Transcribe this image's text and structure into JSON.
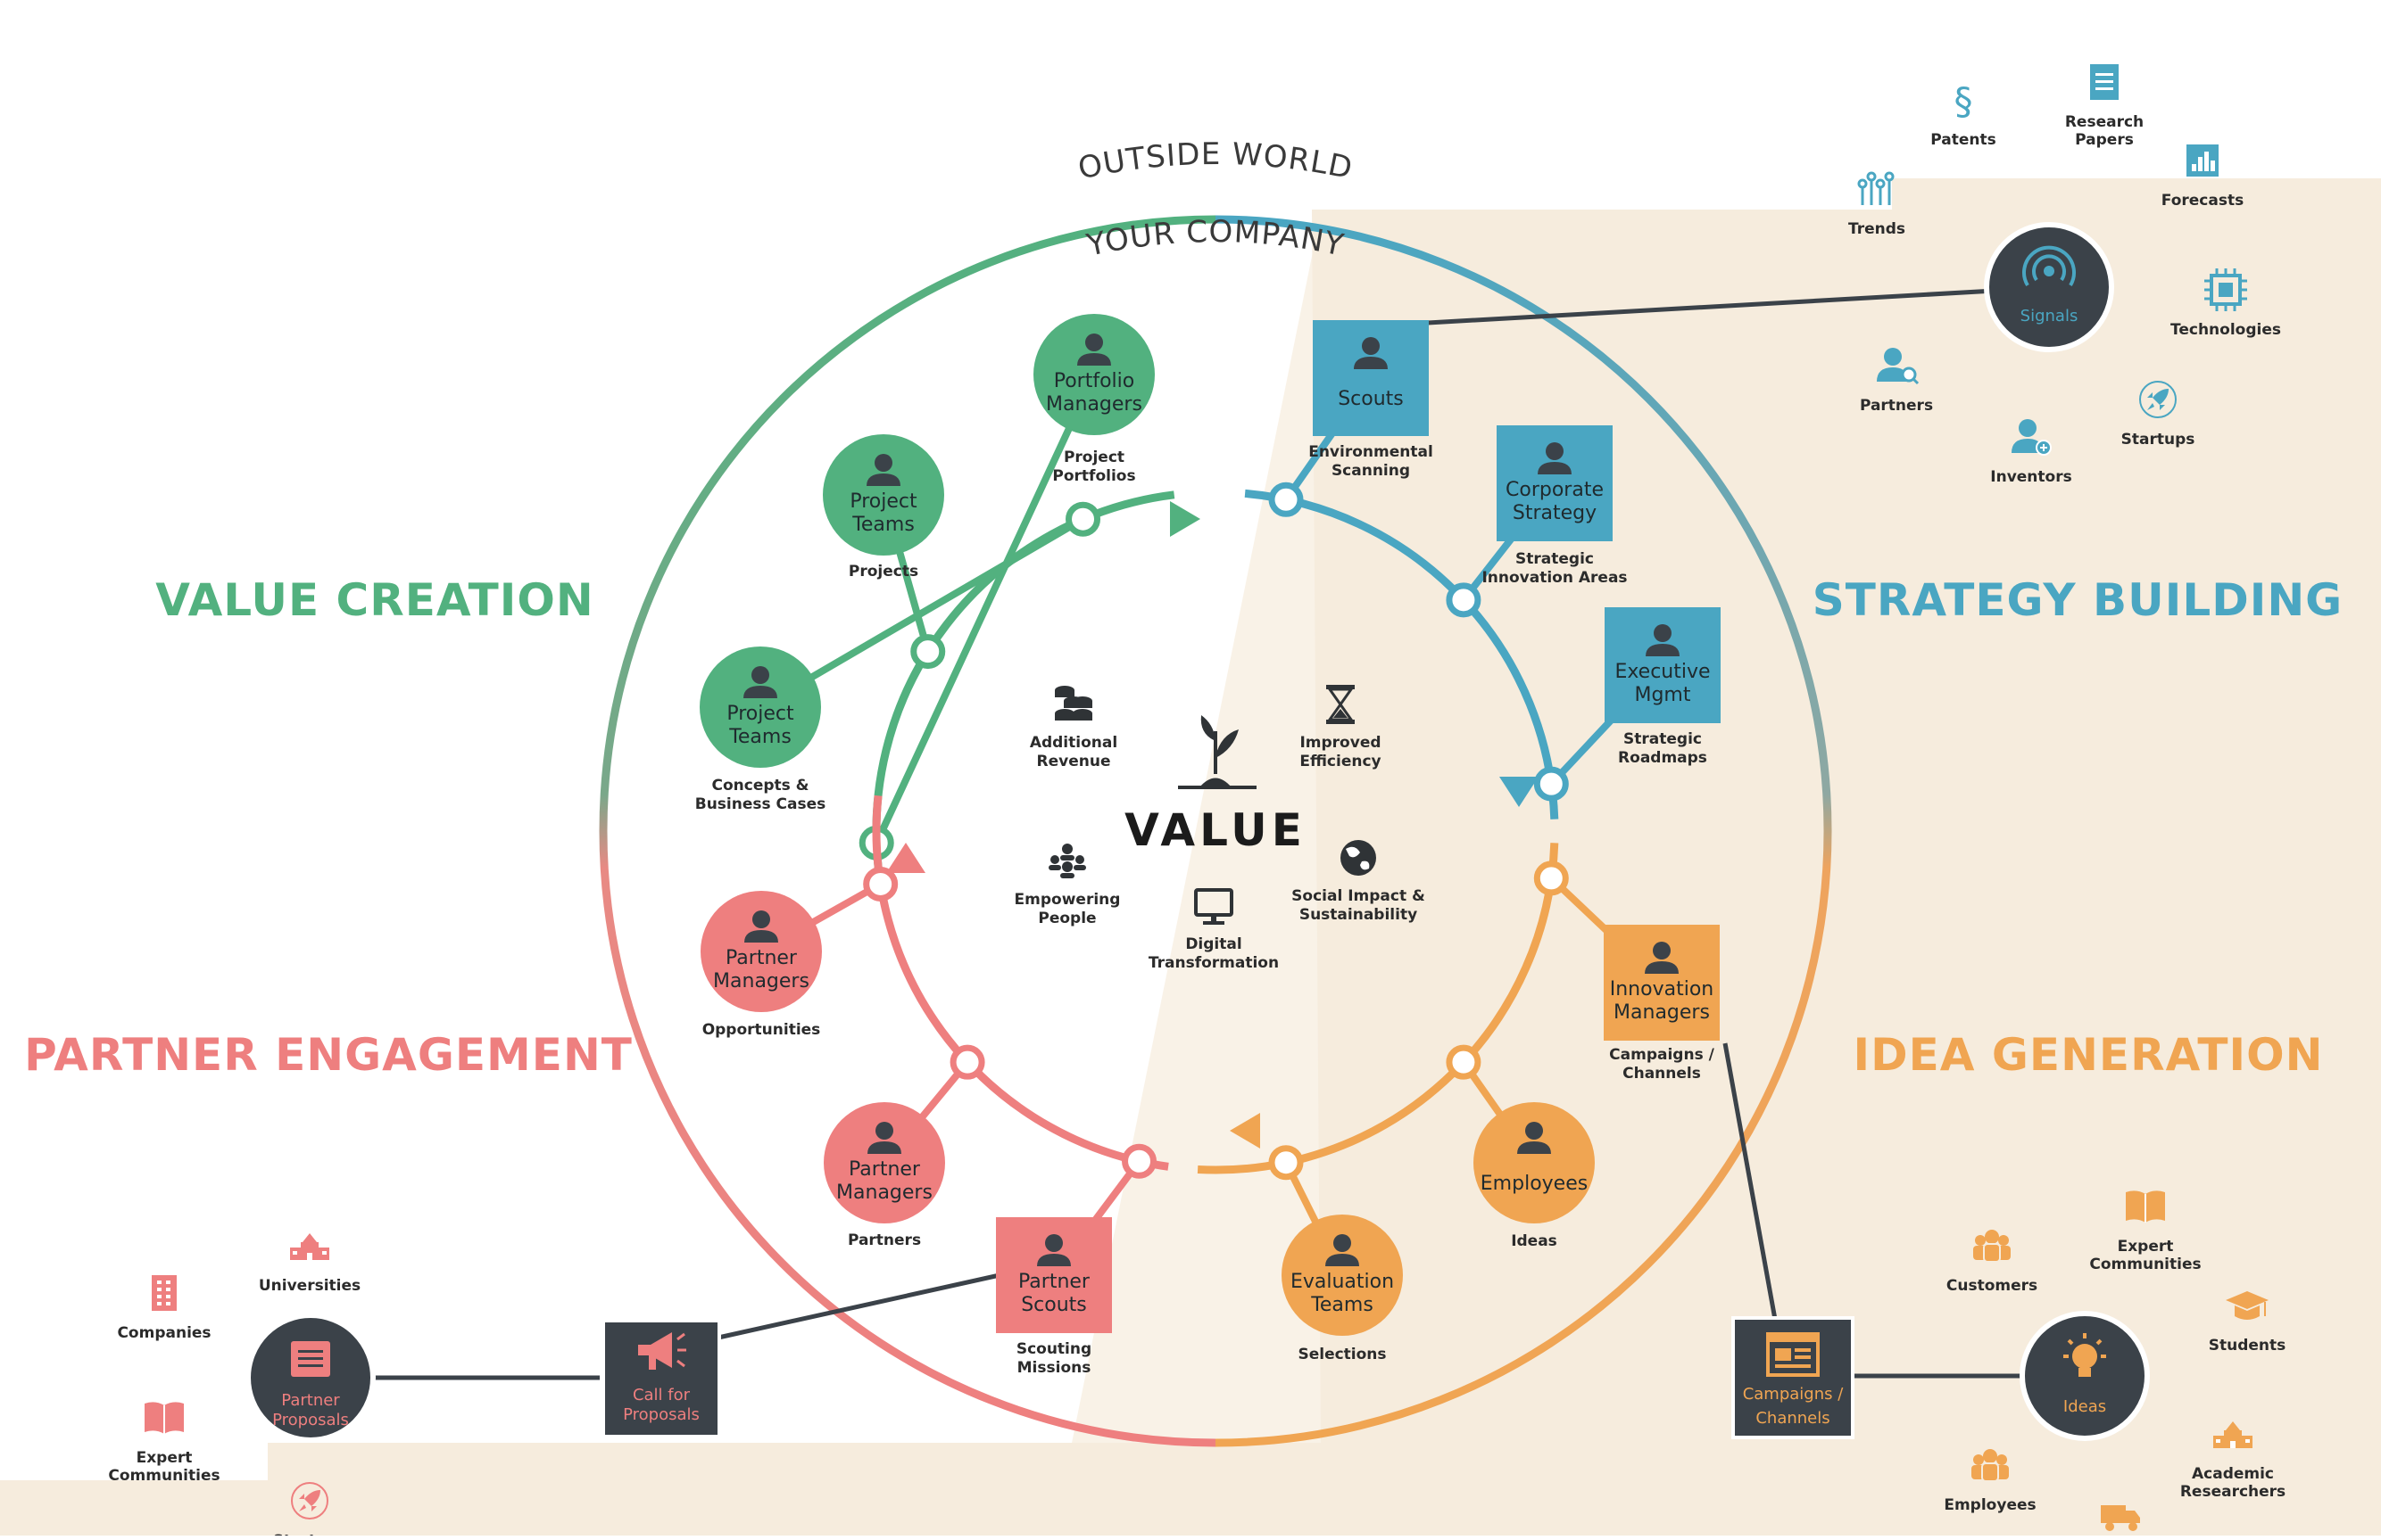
{
  "colors": {
    "green": "#52b17f",
    "blue": "#4aa6c2",
    "orange": "#f0a552",
    "pink": "#ee7f7f",
    "dark": "#3b4249",
    "beige": "#f6ecdd"
  },
  "header": {
    "outside_world": "OUTSIDE WORLD",
    "your_company": "YOUR COMPANY"
  },
  "sections": {
    "value_creation": "VALUE CREATION",
    "strategy_building": "STRATEGY BUILDING",
    "partner_engagement": "PARTNER ENGAGEMENT",
    "idea_generation": "IDEA GENERATION"
  },
  "center": {
    "title": "VALUE",
    "items": [
      {
        "icon": "coins-icon",
        "text": [
          "Additional",
          "Revenue"
        ]
      },
      {
        "icon": "hourglass-icon",
        "text": [
          "Improved",
          "Efficiency"
        ]
      },
      {
        "icon": "people-icon",
        "text": [
          "Empowering",
          "People"
        ]
      },
      {
        "icon": "monitor-icon",
        "text": [
          "Digital",
          "Transformation"
        ]
      },
      {
        "icon": "globe-icon",
        "text": [
          "Social Impact &",
          "Sustainability"
        ]
      }
    ]
  },
  "nodes": {
    "portfolio_managers": {
      "label": [
        "Portfolio",
        "Managers"
      ],
      "caption": [
        "Project",
        "Portfolios"
      ]
    },
    "project_teams_1": {
      "label": [
        "Project",
        "Teams"
      ],
      "caption": [
        "Projects"
      ]
    },
    "project_teams_2": {
      "label": [
        "Project",
        "Teams"
      ],
      "caption": [
        "Concepts &",
        "Business Cases"
      ]
    },
    "scouts": {
      "label": [
        "Scouts"
      ],
      "caption": [
        "Environmental",
        "Scanning"
      ]
    },
    "corporate_strategy": {
      "label": [
        "Corporate",
        "Strategy"
      ],
      "caption": [
        "Strategic",
        "Innovation Areas"
      ]
    },
    "executive_mgmt": {
      "label": [
        "Executive",
        "Mgmt"
      ],
      "caption": [
        "Strategic",
        "Roadmaps"
      ]
    },
    "innovation_managers": {
      "label": [
        "Innovation",
        "Managers"
      ],
      "caption": [
        "Campaigns /",
        "Channels"
      ]
    },
    "employees": {
      "label": [
        "Employees"
      ],
      "caption": [
        "Ideas"
      ]
    },
    "evaluation_teams": {
      "label": [
        "Evaluation",
        "Teams"
      ],
      "caption": [
        "Selections"
      ]
    },
    "partner_managers_1": {
      "label": [
        "Partner",
        "Managers"
      ],
      "caption": [
        "Opportunities"
      ]
    },
    "partner_managers_2": {
      "label": [
        "Partner",
        "Managers"
      ],
      "caption": [
        "Partners"
      ]
    },
    "partner_scouts": {
      "label": [
        "Partner",
        "Scouts"
      ],
      "caption": [
        "Scouting",
        "Missions"
      ]
    }
  },
  "hubs": {
    "signals": {
      "label": "Signals",
      "icon": "radar-icon"
    },
    "ideas": {
      "label": "Ideas",
      "icon": "lightbulb-icon"
    },
    "campaigns": {
      "label": [
        "Campaigns /",
        "Channels"
      ],
      "icon": "browser-icon"
    },
    "partner_proposals": {
      "label": [
        "Partner",
        "Proposals"
      ],
      "icon": "document-icon"
    },
    "call_for_proposals": {
      "label": [
        "Call for",
        "Proposals"
      ],
      "icon": "megaphone-icon"
    }
  },
  "sources": {
    "strategy": [
      {
        "text": [
          "Patents"
        ],
        "icon": "section-icon"
      },
      {
        "text": [
          "Research",
          "Papers"
        ],
        "icon": "paper-icon"
      },
      {
        "text": [
          "Forecasts"
        ],
        "icon": "bar-chart-icon"
      },
      {
        "text": [
          "Trends"
        ],
        "icon": "trend-icon"
      },
      {
        "text": [
          "Technologies"
        ],
        "icon": "chip-icon"
      },
      {
        "text": [
          "Partners"
        ],
        "icon": "user-search-icon"
      },
      {
        "text": [
          "Startups"
        ],
        "icon": "rocket-icon"
      },
      {
        "text": [
          "Inventors"
        ],
        "icon": "user-plus-icon"
      }
    ],
    "ideas": [
      {
        "text": [
          "Customers"
        ],
        "icon": "group-icon"
      },
      {
        "text": [
          "Expert",
          "Communities"
        ],
        "icon": "book-icon"
      },
      {
        "text": [
          "Students"
        ],
        "icon": "graduation-icon"
      },
      {
        "text": [
          "Academic",
          "Researchers"
        ],
        "icon": "school-icon"
      },
      {
        "text": [
          "Employees"
        ],
        "icon": "group-icon"
      },
      {
        "text": [],
        "icon": "truck-icon"
      }
    ],
    "partners": [
      {
        "text": [
          "Universities"
        ],
        "icon": "school-icon"
      },
      {
        "text": [
          "Companies"
        ],
        "icon": "building-icon"
      },
      {
        "text": [
          "Expert",
          "Communities"
        ],
        "icon": "book-icon"
      },
      {
        "text": [
          "Startups"
        ],
        "icon": "rocket-icon"
      }
    ]
  }
}
